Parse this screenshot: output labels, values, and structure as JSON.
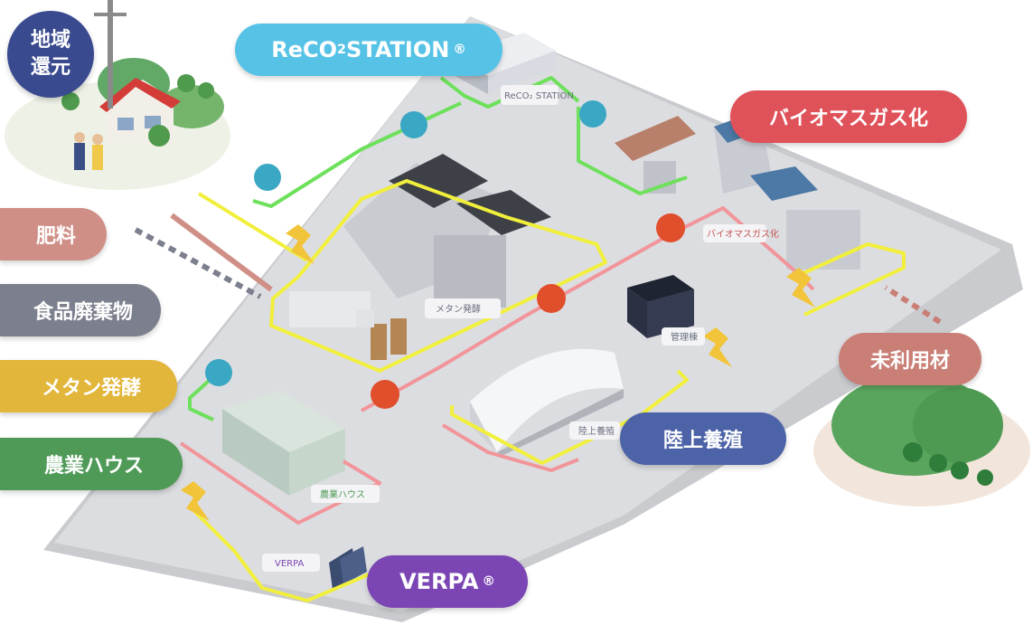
{
  "labels": {
    "local_return": "地域還元",
    "fertilizer": "肥料",
    "food_waste": "食品廃棄物",
    "methane": "メタン発酵",
    "farm_house": "農業ハウス",
    "unused": "未利用材",
    "aquaculture": "陸上養殖",
    "biomass": "バイオマスガス化",
    "verpa": "VERPA",
    "reco2_pre": "ReCO",
    "reco2_sub": "2",
    "reco2_post": "STATION",
    "reg_mark": "®"
  },
  "building_signs": {
    "methane_sign": "メタン発酵",
    "reco2_sign": "ReCO₂ STATION",
    "biomass_sign": "バイオマスガス化",
    "control_sign": "管理棟",
    "aquaculture_sign": "陸上養殖",
    "farm_sign": "農業ハウス",
    "verpa_sign": "VERPA"
  },
  "colors": {
    "navy": "#3a4a8f",
    "salmon": "#d08f86",
    "gray": "#7c7f8d",
    "mustard": "#e2b63a",
    "green": "#4f9a57",
    "rose": "#c97f76",
    "blue": "#4d63a8",
    "red": "#e0525a",
    "purple": "#7b46b3",
    "sky": "#56c3e6",
    "flow_green": "#6ee05b",
    "flow_yellow": "#f1ef3c",
    "flow_pink": "#f1959a"
  }
}
